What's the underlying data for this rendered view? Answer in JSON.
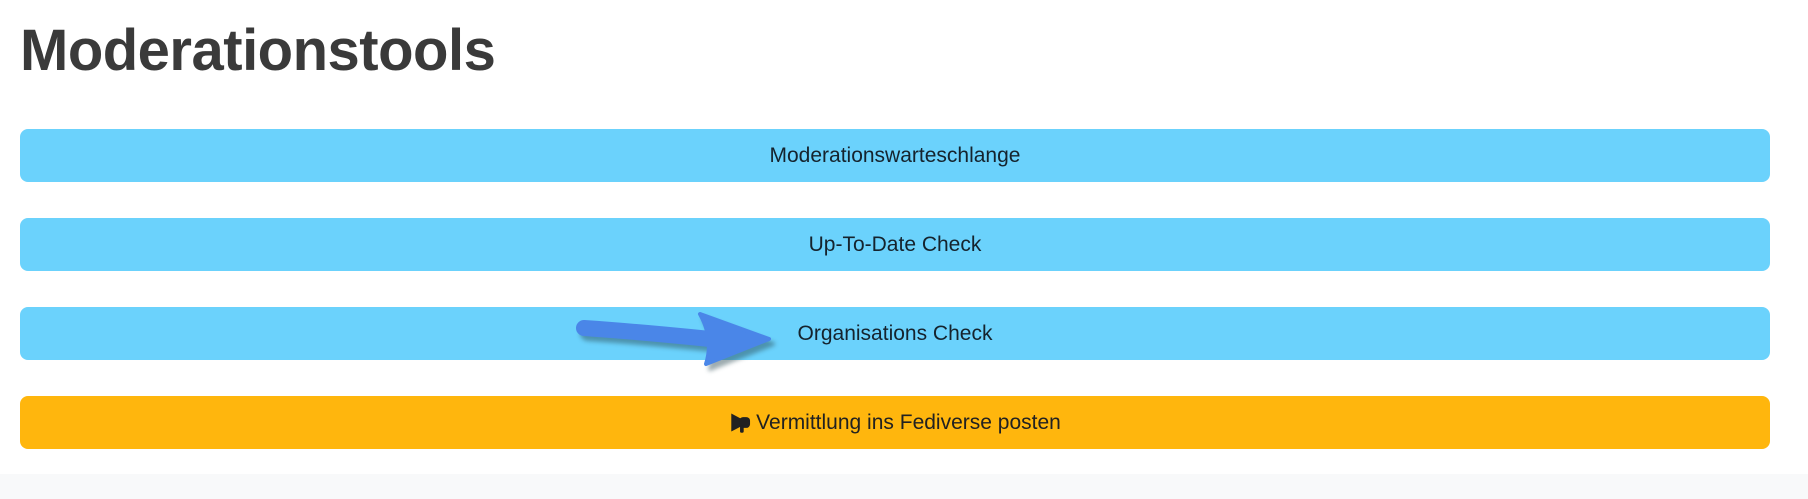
{
  "page": {
    "title": "Moderationstools",
    "background_color": "#ffffff",
    "footer_strip_color": "#f8f9fa"
  },
  "colors": {
    "button_blue": "#6bd2fc",
    "button_orange": "#ffb60d",
    "button_text_dark": "#15232d",
    "title_text": "#3a3a3a",
    "annotation_arrow_blue": "#4a86e8"
  },
  "buttons": [
    {
      "label": "Moderationswarteschlange",
      "style": "blue"
    },
    {
      "label": "Up-To-Date Check",
      "style": "blue"
    },
    {
      "label": "Organisations Check",
      "style": "blue",
      "annotated_by_arrow": true
    },
    {
      "label": "Vermittlung ins Fediverse posten",
      "style": "orange",
      "icon": "megaphone-icon"
    }
  ],
  "annotation": {
    "type": "arrow",
    "points_to": "Organisations Check",
    "color": "#4a86e8"
  }
}
